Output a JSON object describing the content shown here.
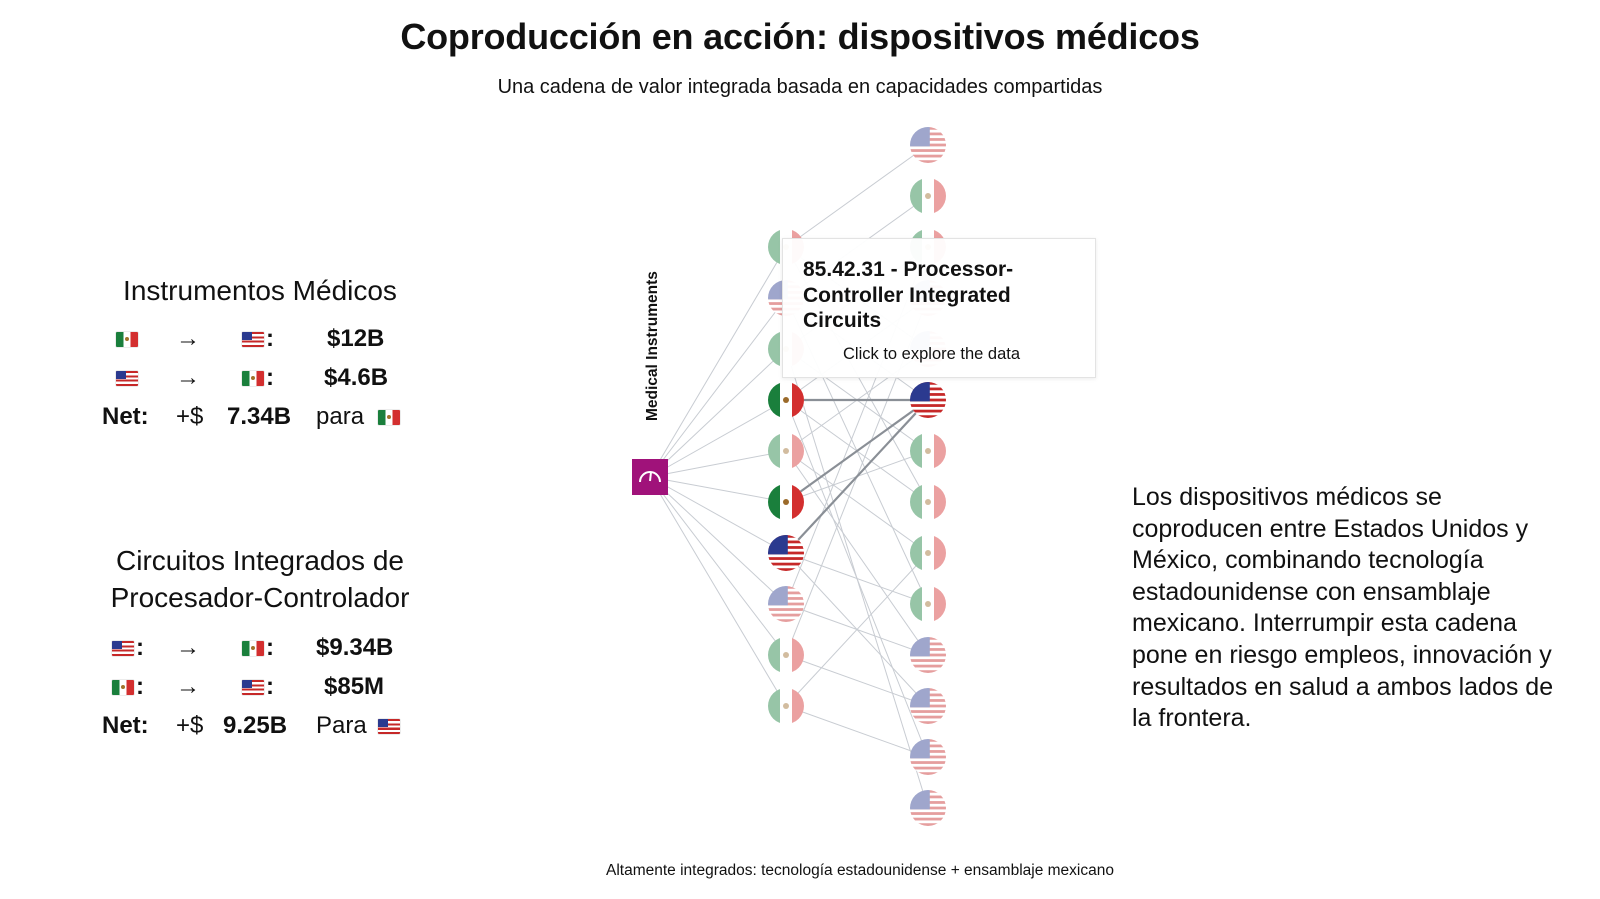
{
  "header": {
    "title": "Coproducción en acción: dispositivos médicos",
    "subtitle": "Una cadena de valor integrada basada en capacidades compartidas"
  },
  "panels": {
    "medical": {
      "title": "Instrumentos Médicos",
      "rows": [
        {
          "from": "mx",
          "from_colon": "",
          "to": "us",
          "to_colon": ":",
          "arrow": "→",
          "amount": "$12B"
        },
        {
          "from": "us",
          "from_colon": "",
          "to": "mx",
          "to_colon": ":",
          "arrow": "→",
          "amount": "$4.6B"
        }
      ],
      "net": {
        "label": "Net:",
        "sign": "+$",
        "value": "7.34B",
        "suffix": "para",
        "flag": "mx"
      }
    },
    "circuits": {
      "title": "Circuitos Integrados de Procesador-Controlador",
      "rows": [
        {
          "from": "us",
          "from_colon": ":",
          "to": "mx",
          "to_colon": ":",
          "arrow": "→",
          "amount": "$9.34B"
        },
        {
          "from": "mx",
          "from_colon": ":",
          "to": "us",
          "to_colon": ":",
          "arrow": "→",
          "amount": "$85M"
        }
      ],
      "net": {
        "label": "Net:",
        "sign": "+$",
        "value": "9.25B",
        "suffix": "Para",
        "flag": "us"
      }
    }
  },
  "description": "Los dispositivos médicos se coproducen entre Estados Unidos y México, combinando tecnología estadounidense con ensamblaje mexicano. Interrumpir esta cadena pone en riesgo empleos, innovación y resultados en salud a ambos lados de la frontera.",
  "diagram": {
    "root_label": "Medical Instruments",
    "root_icon": "gauge-icon",
    "middle_nodes": [
      "mx",
      "us",
      "mx",
      "mx",
      "mx",
      "mx",
      "us",
      "us",
      "mx",
      "mx"
    ],
    "right_nodes": [
      "us",
      "mx",
      "mx",
      "us",
      "us",
      "us",
      "mx",
      "mx",
      "mx",
      "mx",
      "us",
      "us",
      "us",
      "us"
    ],
    "highlighted_middle": [
      3,
      5,
      6
    ],
    "highlighted_right": [
      5
    ],
    "tooltip": {
      "title": "85.42.31 - Processor-Controller Integrated Circuits",
      "hint": "Click to explore the data"
    }
  },
  "colors": {
    "root": "#a0127a",
    "link": "#c8ccd2",
    "link_highlight": "#8a8f96",
    "mx_green": "#1a7f3c",
    "mx_red": "#d32f2f",
    "us_blue": "#2b3a8f",
    "us_red": "#c62828"
  },
  "footnote": "Altamente integrados: tecnología estadounidense + ensamblaje mexicano"
}
